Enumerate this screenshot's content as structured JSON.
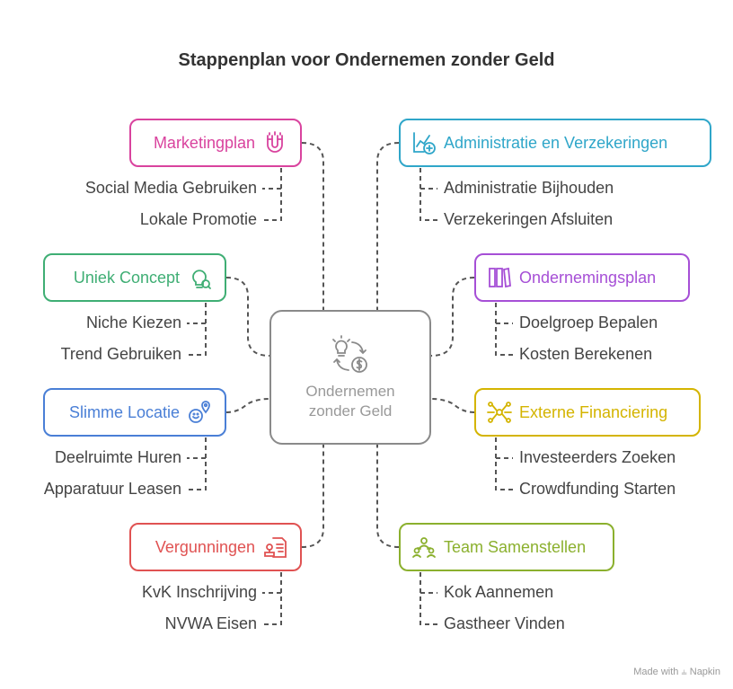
{
  "title": "Stappenplan voor Ondernemen zonder Geld",
  "center": {
    "label": "Ondernemen zonder Geld",
    "icon": "idea-money-cycle-icon"
  },
  "left_branches": [
    {
      "label": "Marketingplan",
      "color": "#d9439e",
      "icon": "magnet-icon",
      "items": [
        "Social Media Gebruiken",
        "Lokale Promotie"
      ]
    },
    {
      "label": "Uniek Concept",
      "color": "#3fae74",
      "icon": "lightbulb-icon",
      "items": [
        "Niche Kiezen",
        "Trend Gebruiken"
      ]
    },
    {
      "label": "Slimme Locatie",
      "color": "#4a7fd6",
      "icon": "location-smile-icon",
      "items": [
        "Deelruimte Huren",
        "Apparatuur Leasen"
      ]
    },
    {
      "label": "Vergunningen",
      "color": "#e05252",
      "icon": "document-stamp-icon",
      "items": [
        "KvK Inschrijving",
        "NVWA Eisen"
      ]
    }
  ],
  "right_branches": [
    {
      "label": "Administratie en Verzekeringen",
      "color": "#2fa6c9",
      "icon": "chart-plus-icon",
      "items": [
        "Administratie Bijhouden",
        "Verzekeringen Afsluiten"
      ]
    },
    {
      "label": "Ondernemingsplan",
      "color": "#a64fd6",
      "icon": "book-columns-icon",
      "items": [
        "Doelgroep Bepalen",
        "Kosten Berekenen"
      ]
    },
    {
      "label": "Externe Financiering",
      "color": "#d4b400",
      "icon": "network-nodes-icon",
      "items": [
        "Investeerders Zoeken",
        "Crowdfunding Starten"
      ]
    },
    {
      "label": "Team Samenstellen",
      "color": "#8bb02e",
      "icon": "team-icon",
      "items": [
        "Kok Aannemen",
        "Gastheer Vinden"
      ]
    }
  ],
  "footer": {
    "made_with": "Made with",
    "brand": "Napkin"
  }
}
